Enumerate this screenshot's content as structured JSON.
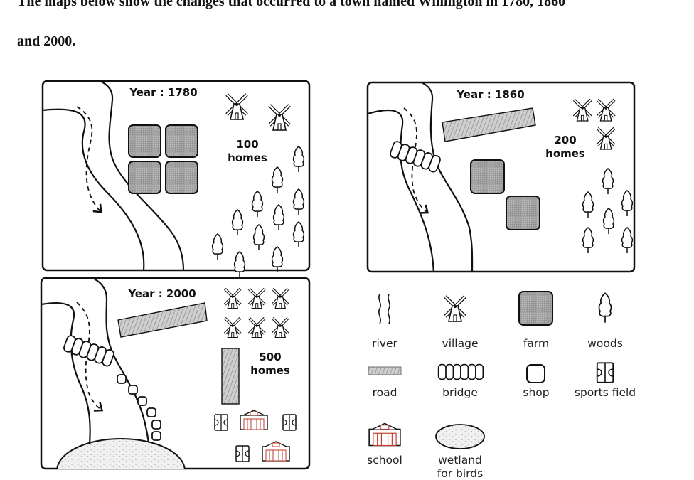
{
  "prompt": {
    "line1": "The maps below show the changes that occurred to a town named Willington in 1780, 1860",
    "line2": "and 2000."
  },
  "maps": [
    {
      "year_label": "Year : 1780",
      "homes_count": "100",
      "homes_word": "homes"
    },
    {
      "year_label": "Year : 1860",
      "homes_count": "200",
      "homes_word": "homes"
    },
    {
      "year_label": "Year : 2000",
      "homes_count": "500",
      "homes_word": "homes"
    }
  ],
  "legend": {
    "river": "river",
    "village": "village",
    "farm": "farm",
    "woods": "woods",
    "road": "road",
    "bridge": "bridge",
    "shop": "shop",
    "sports_field": "sports field",
    "school": "school",
    "wetland_line1": "wetland",
    "wetland_line2": "for birds"
  },
  "colors": {
    "farm_fill": "#9c9c9c",
    "ink": "#111111",
    "school_red": "#c0392b"
  }
}
